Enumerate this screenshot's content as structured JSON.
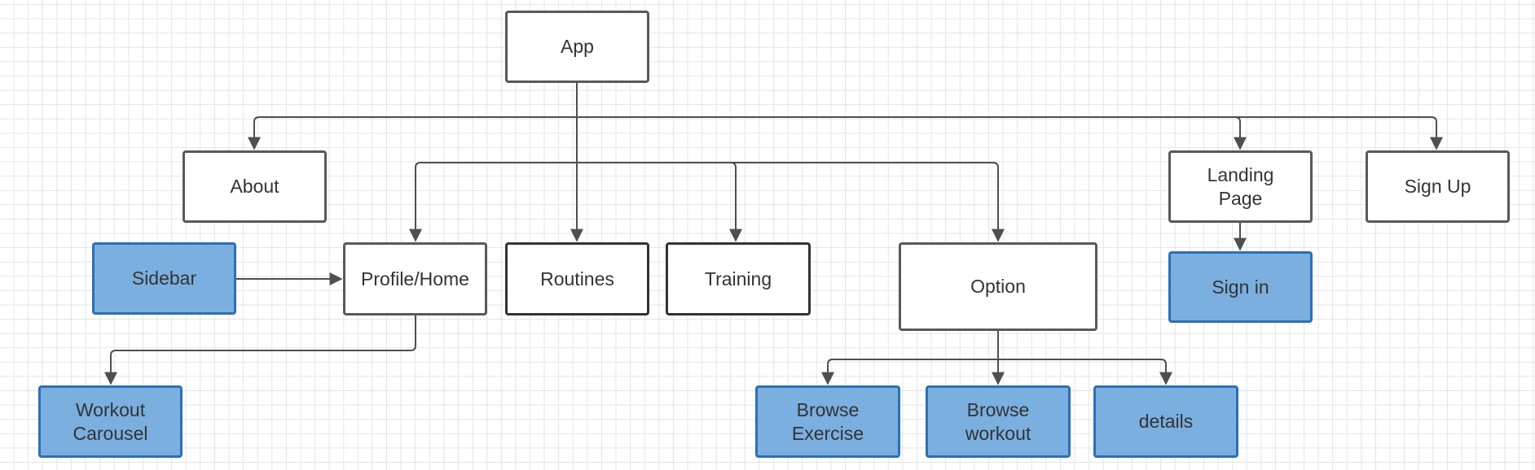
{
  "colors": {
    "node_fill": "#ffffff",
    "node_border": "#595959",
    "accent_fill": "#7aafe0",
    "accent_border": "#2f6fb4",
    "connector": "#4f4f4f",
    "text": "#333333"
  },
  "nodes": {
    "app": "App",
    "about": "About",
    "landing_page": "Landing\nPage",
    "sign_up": "Sign Up",
    "sidebar": "Sidebar",
    "profile_home": "Profile/Home",
    "routines": "Routines",
    "training": "Training",
    "option": "Option",
    "sign_in": "Sign in",
    "workout_carousel": "Workout\nCarousel",
    "browse_exercise": "Browse\nExercise",
    "browse_workout": "Browse\nworkout",
    "details": "details"
  },
  "edges": [
    [
      "app",
      "about"
    ],
    [
      "app",
      "landing_page"
    ],
    [
      "app",
      "sign_up"
    ],
    [
      "app",
      "profile_home"
    ],
    [
      "app",
      "routines"
    ],
    [
      "app",
      "training"
    ],
    [
      "app",
      "option"
    ],
    [
      "sidebar",
      "profile_home"
    ],
    [
      "landing_page",
      "sign_in"
    ],
    [
      "profile_home",
      "workout_carousel"
    ],
    [
      "option",
      "browse_exercise"
    ],
    [
      "option",
      "browse_workout"
    ],
    [
      "option",
      "details"
    ]
  ]
}
